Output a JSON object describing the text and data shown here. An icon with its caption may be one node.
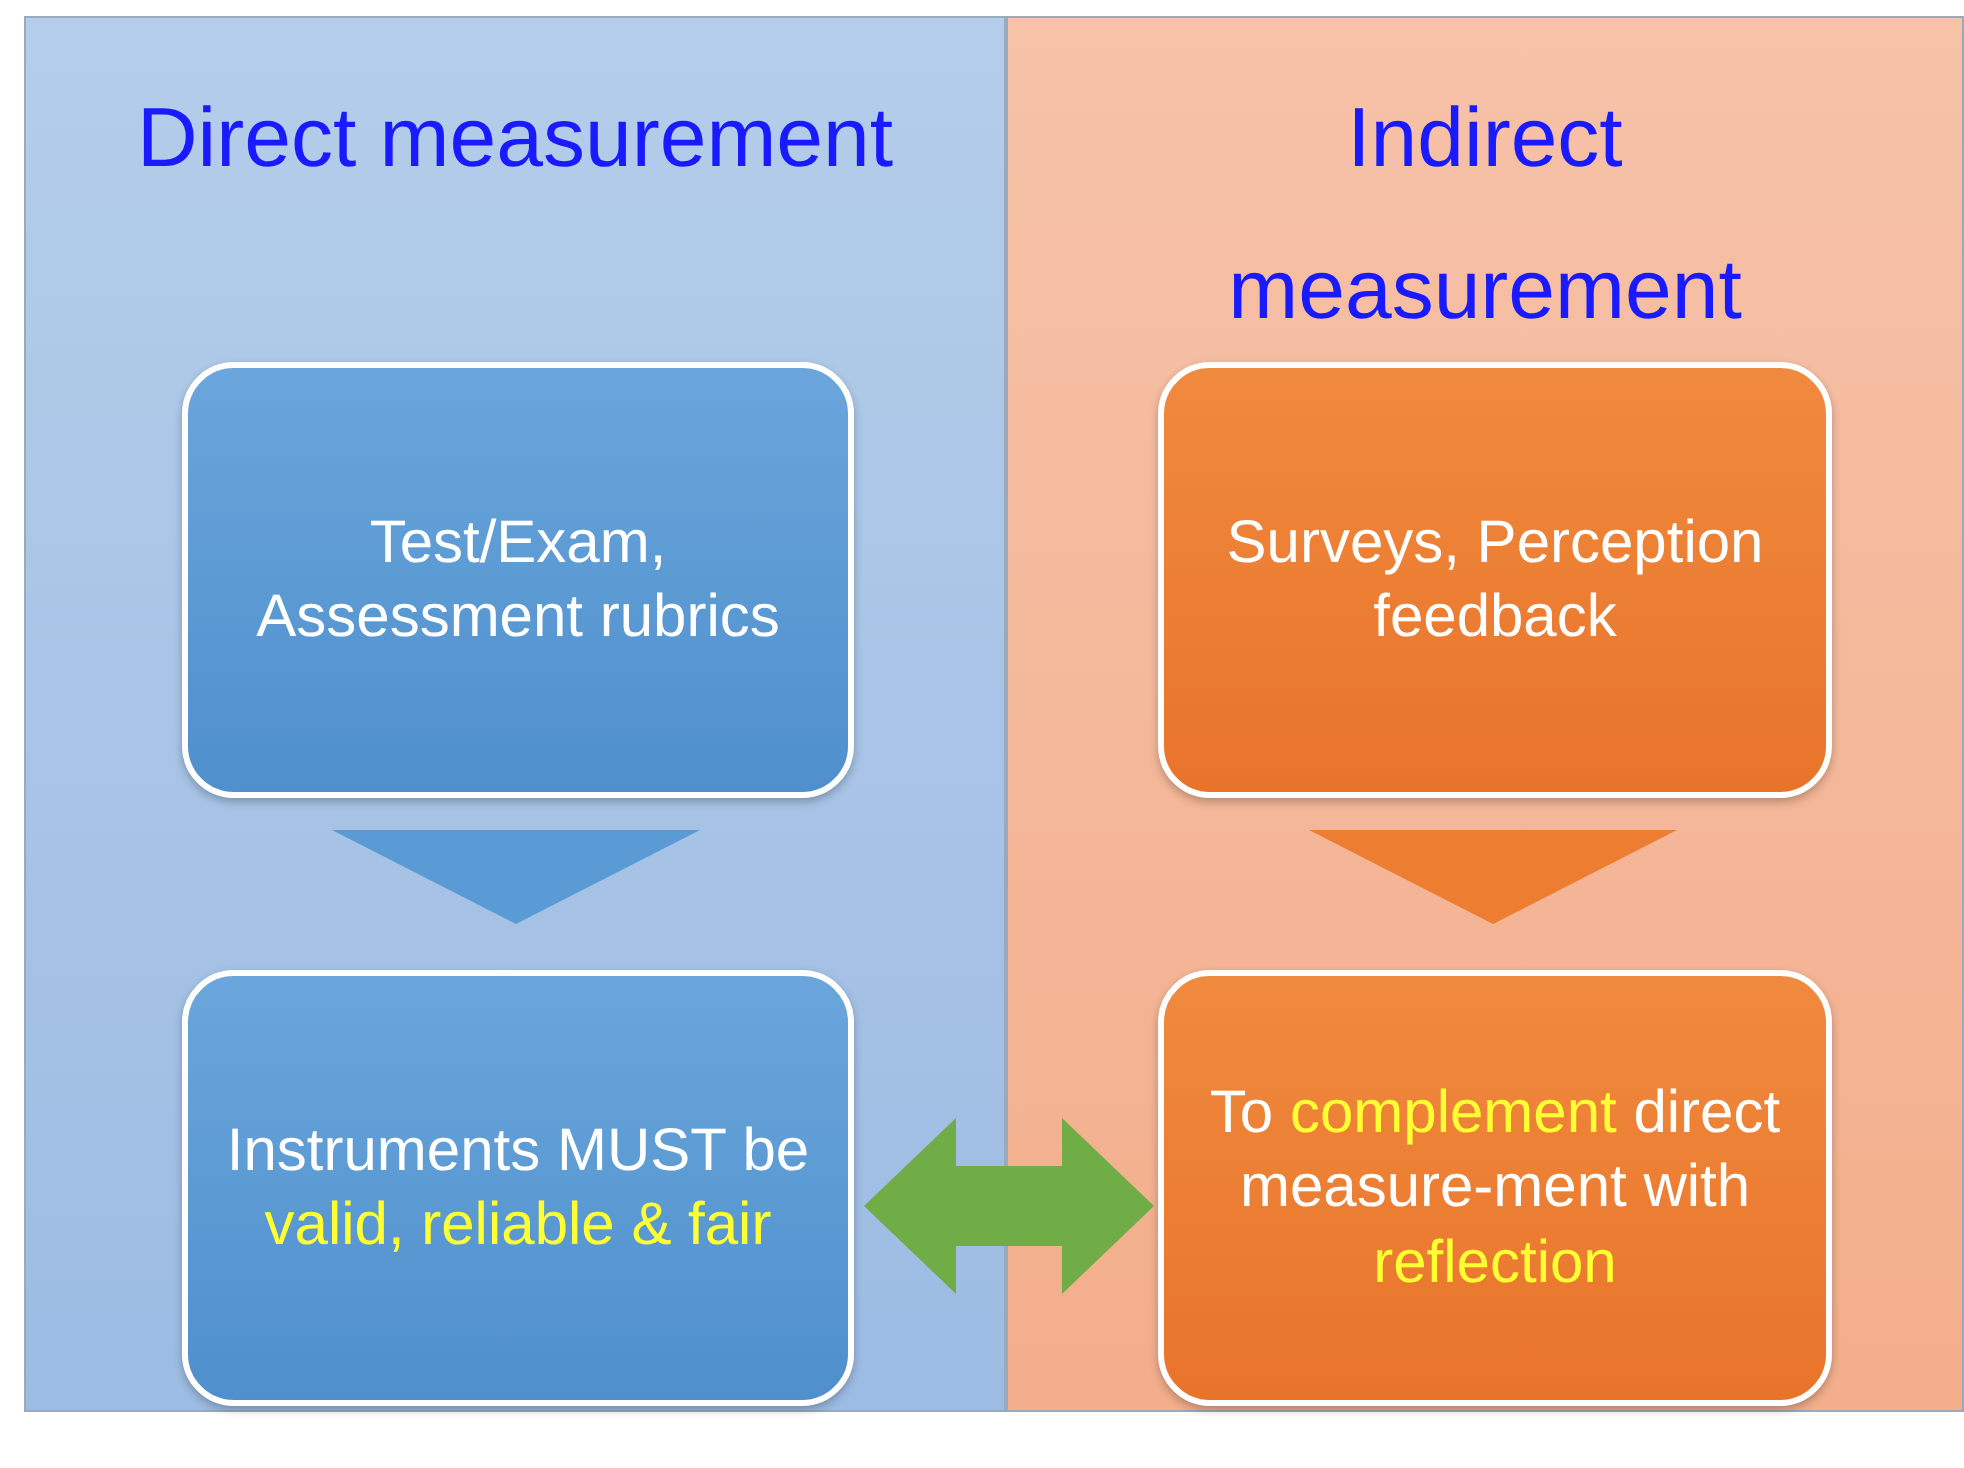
{
  "diagram": {
    "nodes": [
      {
        "text": [
          "Direct measurement"
        ]
      },
      {
        "text": [
          "Test/Exam, Assessment rubrics"
        ],
        "in": 0
      },
      {
        "text": [
          "Instruments MUST be **valid, reliable & fair**"
        ],
        "in": 0
      },
      {
        "text": [
          "Indirect measurement"
        ]
      },
      {
        "text": [
          "Surveys, Perception feedback"
        ],
        "in": 3
      },
      {
        "text": [
          "To **complement** direct measure-ment with **reflection**"
        ],
        "in": 3
      }
    ],
    "edges": [
      {
        "from": 1,
        "to": 2,
        "arrow": "to",
        "color": "#5b9bd5"
      },
      {
        "from": 4,
        "to": 5,
        "arrow": "to",
        "color": "#ed7d31"
      },
      {
        "from": 2,
        "to": 5,
        "arrow": "both",
        "color": "#70ad47"
      }
    ]
  }
}
